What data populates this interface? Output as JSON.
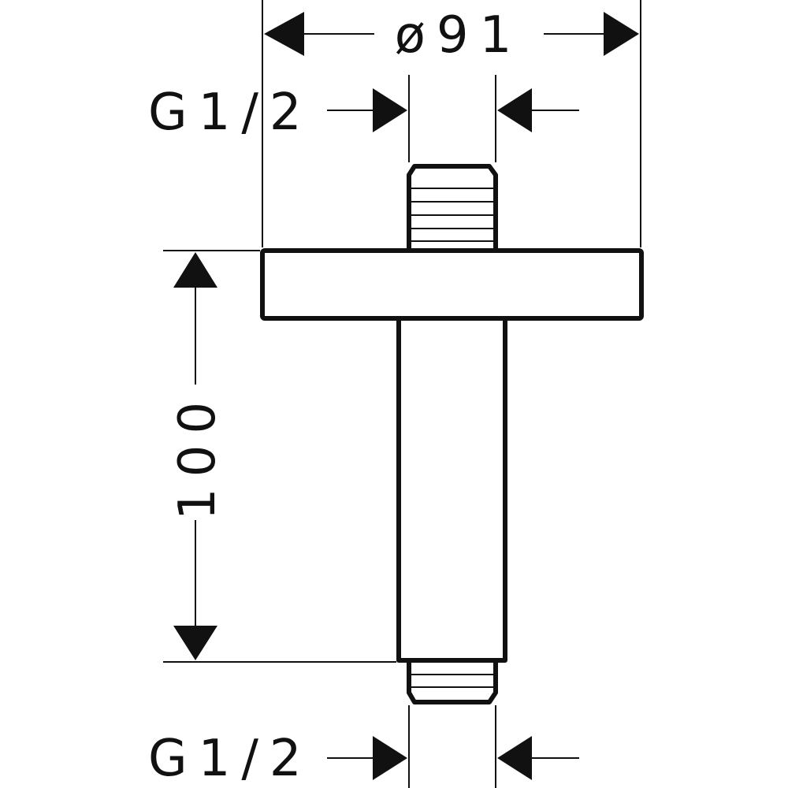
{
  "diagram": {
    "type": "technical-drawing",
    "dimensions": {
      "flange_diameter": "ø91",
      "top_thread": "G1/2",
      "height": "100",
      "bottom_thread": "G1/2"
    },
    "colors": {
      "line": "#111111",
      "background": "#ffffff"
    }
  }
}
